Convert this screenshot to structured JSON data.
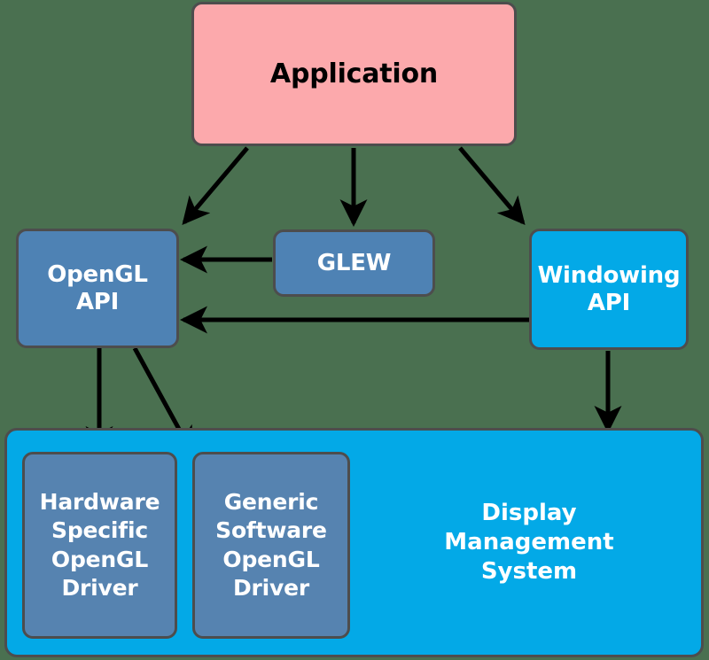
{
  "diagram": {
    "title": "OpenGL software stack architecture",
    "background_color": "#4a7050",
    "border_color": "#4d4d4d",
    "nodes": {
      "application": {
        "label": "Application",
        "color": "#fca9ac",
        "text_color": "#000000"
      },
      "opengl_api": {
        "label": "OpenGL\nAPI",
        "color": "#4e82b4",
        "text_color": "#ffffff"
      },
      "glew": {
        "label": "GLEW",
        "color": "#4e82b4",
        "text_color": "#ffffff"
      },
      "windowing_api": {
        "label": "Windowing\nAPI",
        "color": "#03a9e7",
        "text_color": "#ffffff"
      },
      "display_management_system": {
        "label": "Display\nManagement\nSystem",
        "color": "#03a9e7",
        "text_color": "#ffffff"
      },
      "hardware_specific_opengl_driver": {
        "label": "Hardware\nSpecific\nOpenGL\nDriver",
        "color": "#5683b0",
        "text_color": "#ffffff"
      },
      "generic_software_opengl_driver": {
        "label": "Generic\nSoftware\nOpenGL\nDriver",
        "color": "#5683b0",
        "text_color": "#ffffff"
      }
    },
    "edges": [
      {
        "name": "application-to-opengl-api",
        "from": "application",
        "to": "opengl_api",
        "style": "solid",
        "arrow": "end"
      },
      {
        "name": "application-to-glew",
        "from": "application",
        "to": "glew",
        "style": "solid",
        "arrow": "end"
      },
      {
        "name": "application-to-windowing-api",
        "from": "application",
        "to": "windowing_api",
        "style": "solid",
        "arrow": "end"
      },
      {
        "name": "glew-to-opengl-api",
        "from": "glew",
        "to": "opengl_api",
        "style": "solid",
        "arrow": "end"
      },
      {
        "name": "windowing-api-to-opengl-api",
        "from": "windowing_api",
        "to": "opengl_api",
        "style": "solid",
        "arrow": "end"
      },
      {
        "name": "opengl-api-to-hardware-driver",
        "from": "opengl_api",
        "to": "hardware_specific_opengl_driver",
        "style": "solid",
        "arrow": "end"
      },
      {
        "name": "opengl-api-to-software-driver",
        "from": "opengl_api",
        "to": "generic_software_opengl_driver",
        "style": "solid",
        "arrow": "end"
      },
      {
        "name": "windowing-api-to-display-management-system",
        "from": "windowing_api",
        "to": "display_management_system",
        "style": "solid",
        "arrow": "end"
      }
    ]
  }
}
